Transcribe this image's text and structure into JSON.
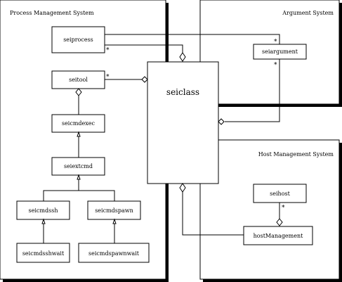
{
  "packages": {
    "process": {
      "label": "Process Management System"
    },
    "argument": {
      "label": "Argument System"
    },
    "host": {
      "label": "Host Management System"
    }
  },
  "classes": {
    "seiprocess": "seiprocess",
    "seitool": "seitool",
    "seicmdexec": "seicmdexec",
    "seiextcmd": "seiextcmd",
    "seicmdssh": "seicmdssh",
    "seicmdspawn": "seicmdspawn",
    "seicmdsshwait": "seicmdsshwait",
    "seicmdspawnwait": "seicmdspawnwait",
    "seiclass": "seiclass",
    "seiargument": "seiargument",
    "seihost": "seihost",
    "hostManagement": "hostManagement"
  },
  "multiplicities": {
    "process_many": "*",
    "tool_many": "*",
    "argument_top": "*",
    "argument_bottom": "*",
    "host_many": "*"
  }
}
